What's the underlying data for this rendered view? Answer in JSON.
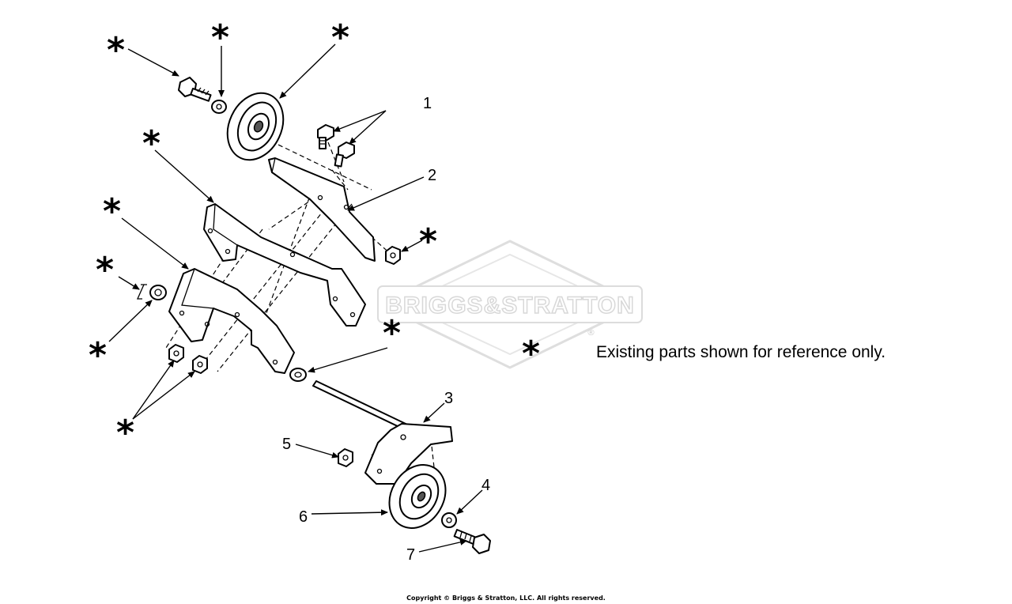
{
  "watermark": {
    "brand": "BRIGGS&STRATTON",
    "mark": "®"
  },
  "callouts": {
    "c1": "1",
    "c2": "2",
    "c3": "3",
    "c4": "4",
    "c5": "5",
    "c6": "6",
    "c7": "7"
  },
  "star_symbol": "*",
  "legend": {
    "symbol": "*",
    "text": "Existing parts shown for reference only."
  },
  "copyright": "Copyright © Briggs & Stratton, LLC. All rights reserved.",
  "colors": {
    "line": "#000000",
    "watermark": "#d8d8d8",
    "background": "#ffffff"
  }
}
